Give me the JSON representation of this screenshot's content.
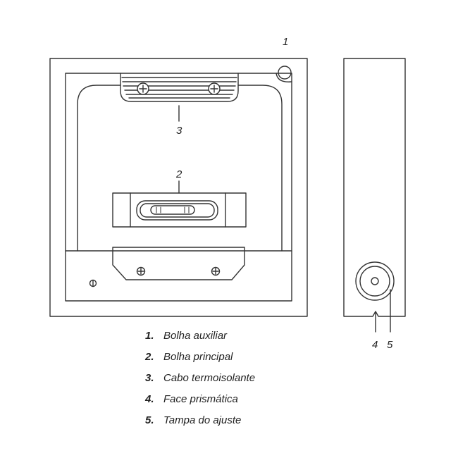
{
  "diagram": {
    "callouts": {
      "c1": "1",
      "c2": "2",
      "c3": "3",
      "c4": "4",
      "c5": "5"
    }
  },
  "legend": {
    "items": [
      {
        "number": "1.",
        "text": "Bolha auxiliar"
      },
      {
        "number": "2.",
        "text": "Bolha principal"
      },
      {
        "number": "3.",
        "text": "Cabo termoisolante"
      },
      {
        "number": "4.",
        "text": "Face prismática"
      },
      {
        "number": "5.",
        "text": "Tampa do ajuste"
      }
    ]
  },
  "colors": {
    "line": "#333333",
    "background": "#ffffff"
  }
}
